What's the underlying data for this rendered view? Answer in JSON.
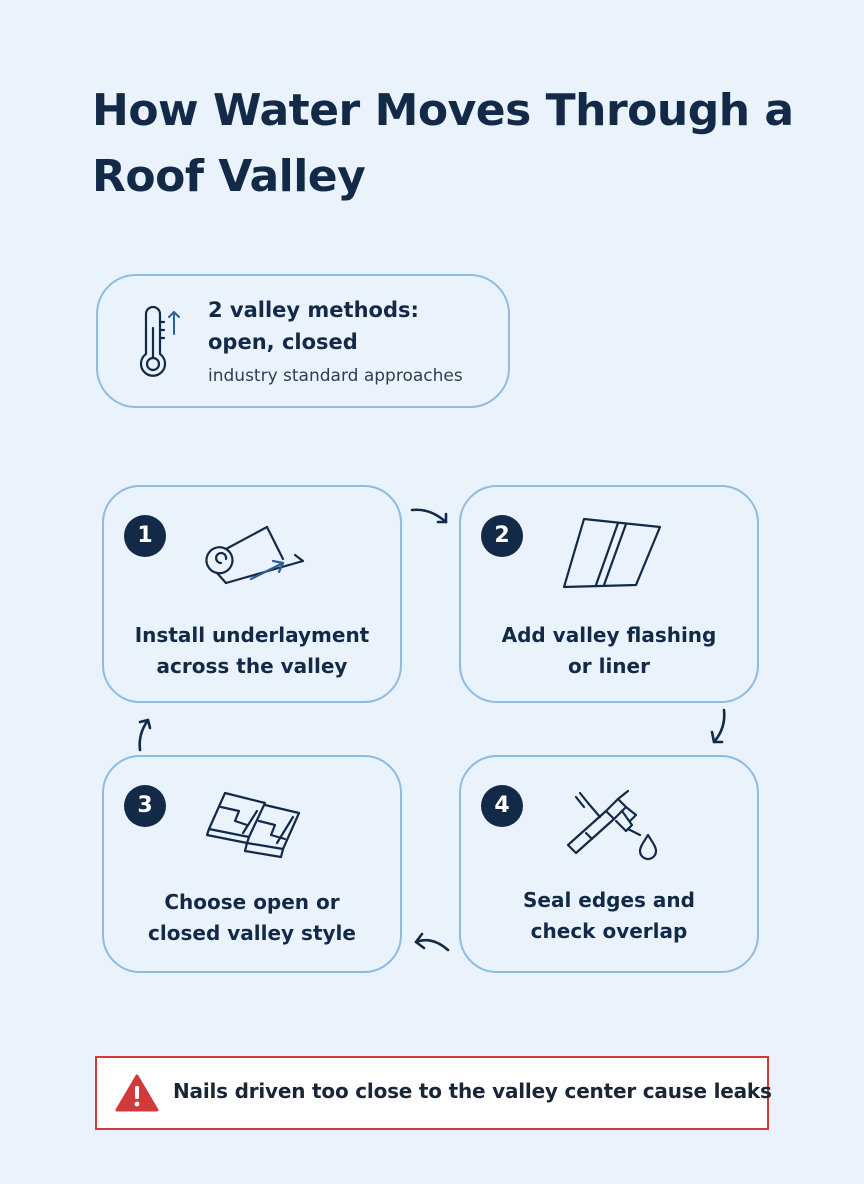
{
  "title": "How Water Moves Through a Roof Valley",
  "stat": {
    "line1": "2 valley methods:",
    "line2": "open, closed",
    "subtext": "industry standard approaches",
    "icon": "thermometer-icon"
  },
  "steps": [
    {
      "number": "1",
      "line1": "Install underlayment",
      "line2": "across the valley",
      "icon": "underlayment-roll-icon"
    },
    {
      "number": "2",
      "line1": "Add valley flashing",
      "line2": "or liner",
      "icon": "flashing-sheet-icon"
    },
    {
      "number": "3",
      "line1": "Choose open or",
      "line2": "closed valley style",
      "icon": "shingles-icon"
    },
    {
      "number": "4",
      "line1": "Seal edges and",
      "line2": "check overlap",
      "icon": "caulk-gun-icon"
    }
  ],
  "warning": {
    "text": "Nails driven too close to the valley center cause leaks",
    "icon": "warning-icon",
    "color": "#d23a3a"
  },
  "colors": {
    "background": "#eaf3fc",
    "text": "#122a47",
    "border": "#8fbbe0",
    "accent": "#2f5f9a"
  }
}
